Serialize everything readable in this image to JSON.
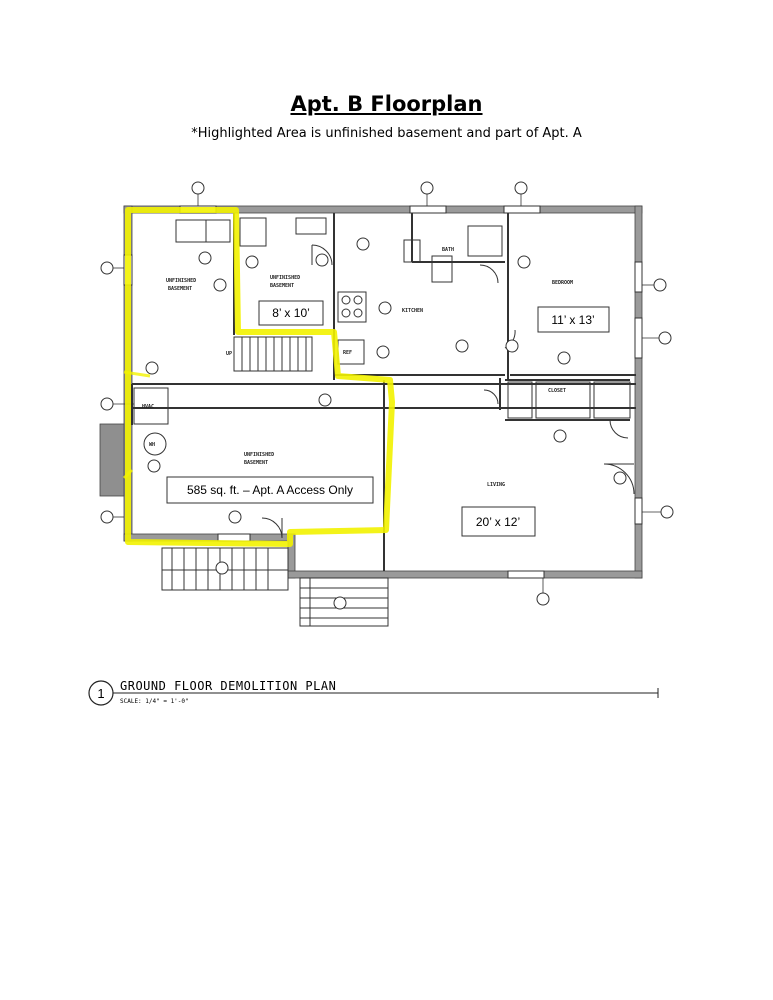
{
  "title": "Apt. B Floorplan",
  "subtitle": "*Highlighted Area is unfinished basement and part of Apt. A",
  "plan_labels": {
    "unfinished_basement": "UNFINISHED BASEMENT",
    "unfinished": "UNFINISHED",
    "basement": "BASEMENT",
    "kitchen": "KITCHEN",
    "bath": "BATH",
    "bedroom": "BEDROOM",
    "closet": "CLOSET",
    "living": "LIVING",
    "hvac": "HVAC",
    "wh": "WH",
    "ref": "REF",
    "up": "UP"
  },
  "dimension_boxes": {
    "small_basement": "8’ x 10’",
    "bedroom": "11’ x 13’",
    "basement_access": "585 sq. ft. – Apt. A Access Only",
    "living": "20’ x 12’"
  },
  "plan_footer": {
    "number": "1",
    "title": "GROUND FLOOR DEMOLITION PLAN",
    "scale": "SCALE: 1/4\" = 1'-0\""
  },
  "colors": {
    "highlight": "#f2f200",
    "wall": "#9a9a9a",
    "line": "#222222"
  }
}
